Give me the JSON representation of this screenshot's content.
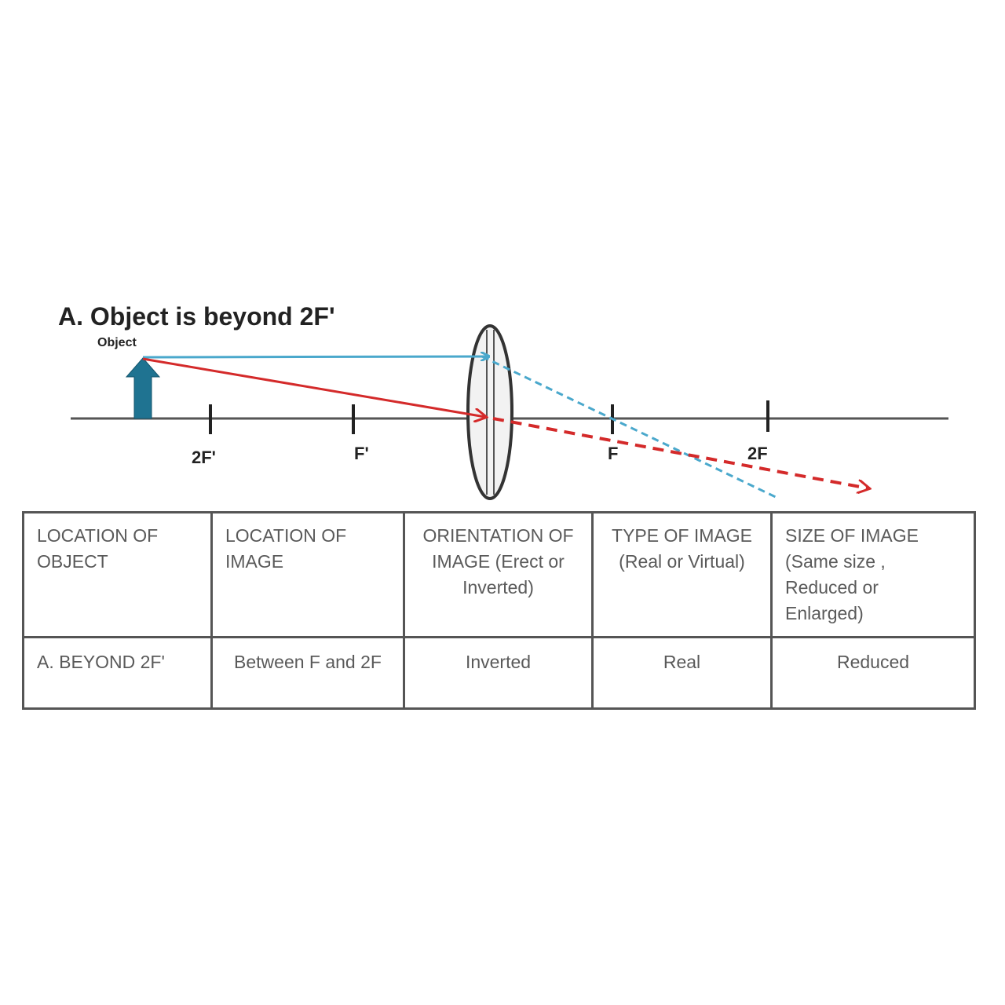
{
  "diagram": {
    "title": "A. Object is beyond 2F'",
    "object_label": "Object",
    "tick_labels": {
      "two_f_prime": "2F'",
      "f_prime": "F'",
      "f": "F",
      "two_f": "2F"
    },
    "colors": {
      "parallel_ray": "#4aa8cc",
      "central_ray": "#d42a2a",
      "object_arrow": "#1f7391",
      "axis": "#555555",
      "lens": "#333333"
    }
  },
  "table": {
    "headers": [
      "LOCATION OF OBJECT",
      "LOCATION OF IMAGE",
      "ORIENTATION OF IMAGE (Erect or Inverted)",
      "TYPE OF IMAGE (Real or Virtual)",
      "SIZE OF IMAGE (Same size , Reduced or Enlarged)"
    ],
    "rows": [
      [
        "A. BEYOND 2F'",
        "Between F and 2F",
        "Inverted",
        "Real",
        "Reduced"
      ]
    ]
  }
}
